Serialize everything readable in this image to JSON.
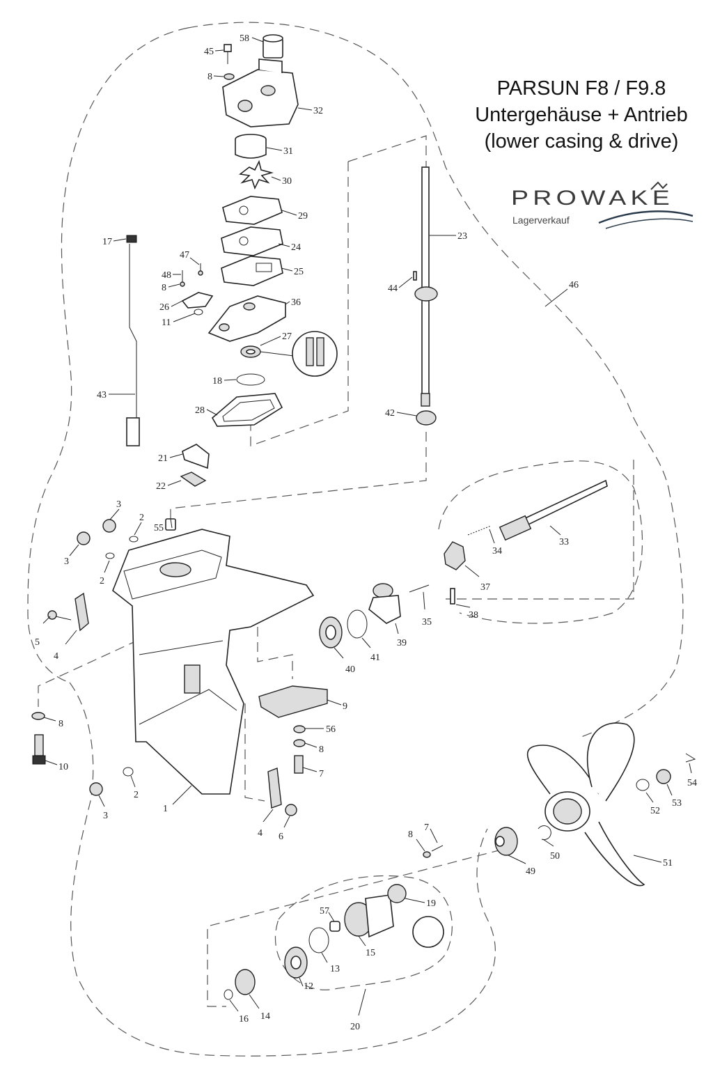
{
  "title": {
    "line1": "PARSUN F8 / F9.8",
    "line2": "Untergehäuse + Antrieb",
    "line3": "(lower casing & drive)"
  },
  "logo": {
    "wordmark": "PROWAKE",
    "subtitle": "Lagerverkauf",
    "color": "#3a3a3a"
  },
  "part_labels": [
    "58",
    "45",
    "8",
    "32",
    "31",
    "30",
    "29",
    "24",
    "25",
    "36",
    "27",
    "18",
    "28",
    "17",
    "47",
    "48",
    "8",
    "26",
    "11",
    "43",
    "23",
    "44",
    "42",
    "46",
    "21",
    "22",
    "3",
    "2",
    "55",
    "3",
    "2",
    "33",
    "34",
    "37",
    "38",
    "35",
    "39",
    "41",
    "40",
    "5",
    "4",
    "9",
    "8",
    "56",
    "8",
    "10",
    "7",
    "2",
    "3",
    "1",
    "4",
    "6",
    "54",
    "53",
    "52",
    "51",
    "50",
    "49",
    "8",
    "7",
    "19",
    "57",
    "15",
    "13",
    "12",
    "14",
    "16",
    "20"
  ],
  "colors": {
    "line": "#222222",
    "dashed": "#555555",
    "fill": "#ffffff"
  }
}
